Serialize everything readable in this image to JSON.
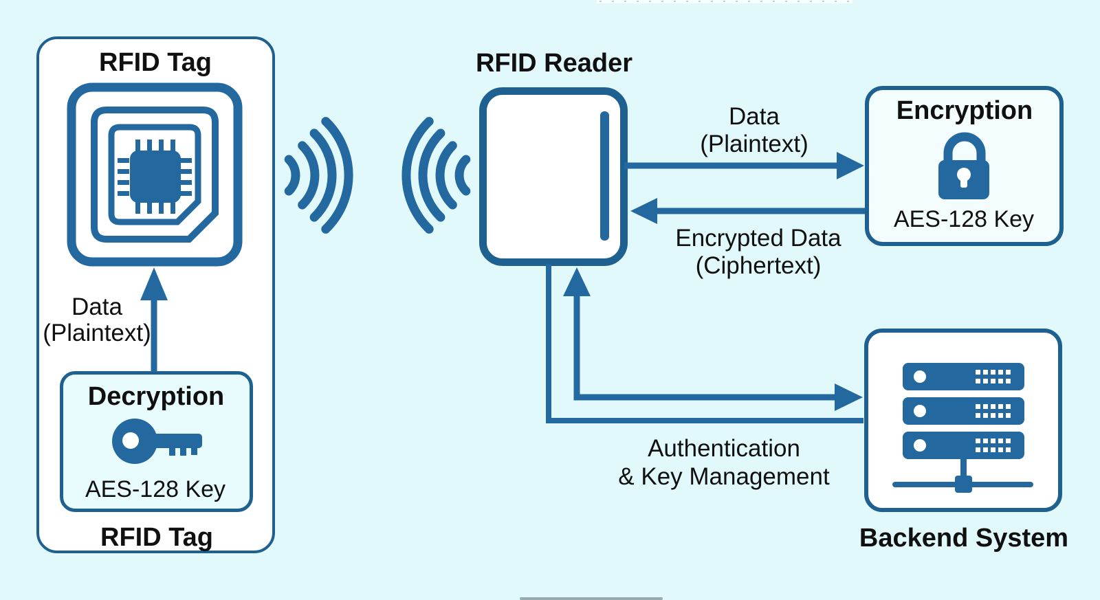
{
  "colors": {
    "background": "#e2f9fc",
    "accent": "#2468a0",
    "border": "#1e6191",
    "text": "#101010",
    "box_fill": "#ffffff",
    "inner_box_fill": "#e8fbfd",
    "encryption_box_fill": "#f3fdfe"
  },
  "nodes": {
    "rfid_tag": {
      "title": "RFID Tag",
      "caption": "RFID Tag",
      "icon": "rfid-chip-icon",
      "internal_flow": {
        "line1": "Data",
        "line2": "(Plaintext)",
        "icon": "arrow-up-icon"
      },
      "decryption": {
        "title": "Decryption",
        "icon": "key-icon",
        "subtitle": "AES-128 Key"
      }
    },
    "rfid_reader": {
      "title": "RFID Reader",
      "icon": "reader-screen-bar"
    },
    "encryption": {
      "title": "Encryption",
      "icon": "lock-icon",
      "subtitle": "AES-128 Key"
    },
    "backend": {
      "title": "Backend System",
      "icon": "server-rack-icon"
    }
  },
  "flows": {
    "tag_reader_link": {
      "icon": "radio-waves-icon"
    },
    "reader_to_encryption": {
      "line1": "Data",
      "line2": "(Plaintext)"
    },
    "encryption_to_reader": {
      "line1": "Encrypted Data",
      "line2": "(Ciphertext)"
    },
    "reader_backend": {
      "line1": "Authentication",
      "line2": "& Key Management"
    }
  }
}
